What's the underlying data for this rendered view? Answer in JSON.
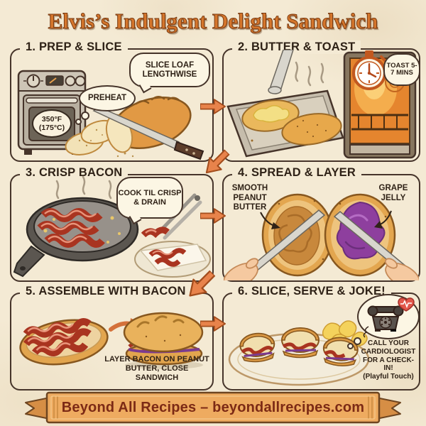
{
  "title": "Elvis’s Indulgent Delight Sandwich",
  "steps": {
    "step1": {
      "label": "1. PREP & SLICE",
      "preheat_thought": "PREHEAT",
      "slice_bubble": "SLICE LOAF LENGTHWISE",
      "oven_temp_f": "350°F",
      "oven_temp_c": "(175°C)"
    },
    "step2": {
      "label": "2. BUTTER & TOAST",
      "toast_bubble": "TOAST 5-7 MINS"
    },
    "step3": {
      "label": "3. CRISP BACON",
      "cook_bubble": "COOK TIL CRISP & DRAIN"
    },
    "step4": {
      "label": "4. SPREAD & LAYER",
      "peanut_label": "SMOOTH PEANUT BUTTER",
      "jelly_label": "GRAPE JELLY"
    },
    "step5": {
      "label": "5. ASSEMBLE WITH BACON",
      "caption": "LAYER BACON ON PEANUT BUTTER, CLOSE SANDWICH"
    },
    "step6": {
      "label": "6. SLICE, SERVE & JOKE!",
      "caption": "CALL YOUR CARDIOLOGIST FOR A CHECK-IN!",
      "caption_note": "(Playful Touch)"
    }
  },
  "footer": {
    "text": "Beyond All Recipes – beyondallrecipes.com"
  },
  "icons": {
    "stopwatch-icon": "⏱",
    "rotary-phone-icon": "☎",
    "heartbeat-icon": "❤"
  },
  "colors": {
    "background": "#f4ead4",
    "panel_border": "#46342a",
    "title_orange": "#d5762c",
    "arrow_orange": "#e8834b",
    "banner_fill": "#eeab60",
    "banner_text": "#7c2a15",
    "bacon_red": "#a93420",
    "peanut_tan": "#c8883c",
    "jelly_purple": "#8e3f9e",
    "butter_yellow": "#f3df85"
  }
}
